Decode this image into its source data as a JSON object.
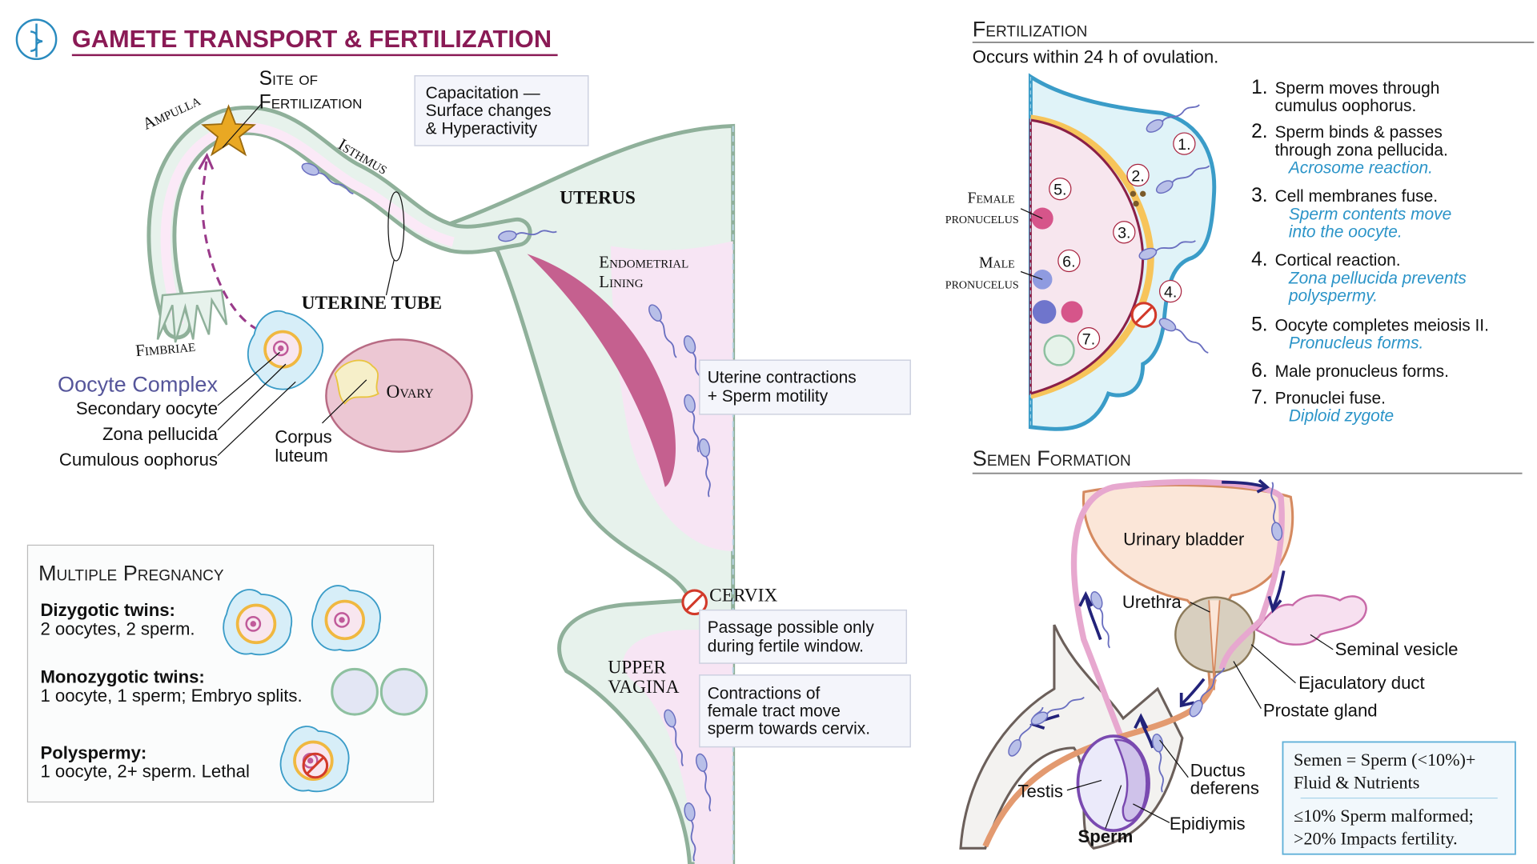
{
  "header": {
    "title": "GAMETE TRANSPORT & FERTILIZATION",
    "logo_icon": "caduceus-icon",
    "title_color": "#8a1a55"
  },
  "female_tract": {
    "labels": {
      "ampulla": "Ampulla",
      "site_line1": "Site of",
      "site_line2": "Fertilization",
      "isthmus": "Isthmus",
      "uterine_tube": "UTERINE TUBE",
      "uterus": "UTERUS",
      "endometrial_line1": "Endometrial",
      "endometrial_line2": "Lining",
      "fimbriae": "Fimbriae",
      "ovary": "Ovary",
      "corpus_line1": "Corpus",
      "corpus_line2": "luteum",
      "cervix": "CERVIX",
      "vagina_line1": "UPPER",
      "vagina_line2": "VAGINA"
    },
    "oocyte_complex": {
      "title": "Oocyte Complex",
      "title_color": "#55559a",
      "parts": [
        "Secondary oocyte",
        "Zona pellucida",
        "Cumulous oophorus"
      ]
    },
    "boxes": {
      "capacitation": [
        "Capacitation —",
        "Surface changes",
        "& Hyperactivity"
      ],
      "contractions": [
        "Uterine contractions",
        "+ Sperm motility"
      ],
      "cervix": [
        "Passage possible only",
        "during fertile window."
      ],
      "female_tract": [
        "Contractions of",
        "female tract move",
        "sperm towards cervix."
      ]
    }
  },
  "multiple_pregnancy": {
    "title": "Multiple Pregnancy",
    "items": [
      {
        "title": "Dizygotic twins:",
        "text": "2 oocytes, 2 sperm."
      },
      {
        "title": "Monozygotic twins:",
        "text": "1 oocyte, 1 sperm; Embryo splits."
      },
      {
        "title": "Polyspermy:",
        "text": "1 oocyte, 2+ sperm. Lethal"
      }
    ]
  },
  "fertilization": {
    "title": "Fertilization",
    "subtitle": "Occurs within 24 h of ovulation.",
    "diagram_labels": {
      "female_line1": "Female",
      "female_line2": "pronucelus",
      "male_line1": "Male",
      "male_line2": "pronucelus",
      "markers": [
        "1.",
        "2.",
        "3.",
        "4.",
        "5.",
        "6.",
        "7."
      ]
    },
    "steps": [
      {
        "num": "1.",
        "lines": [
          "Sperm moves through",
          "cumulus oophorus."
        ],
        "sub": []
      },
      {
        "num": "2.",
        "lines": [
          "Sperm binds & passes",
          "through zona pellucida."
        ],
        "sub": [
          "Acrosome reaction."
        ]
      },
      {
        "num": "3.",
        "lines": [
          "Cell membranes fuse."
        ],
        "sub": [
          "Sperm contents move",
          "into the oocyte."
        ]
      },
      {
        "num": "4.",
        "lines": [
          "Cortical reaction."
        ],
        "sub": [
          "Zona pellucida prevents",
          "polyspermy."
        ]
      },
      {
        "num": "5.",
        "lines": [
          "Oocyte completes meiosis II."
        ],
        "sub": [
          "Pronucleus forms."
        ]
      },
      {
        "num": "6.",
        "lines": [
          "Male pronucleus forms."
        ],
        "sub": []
      },
      {
        "num": "7.",
        "lines": [
          "Pronuclei fuse."
        ],
        "sub": [
          "Diploid zygote"
        ]
      }
    ],
    "accent_color": "#2b94c8"
  },
  "semen_formation": {
    "title": "Semen Formation",
    "labels": {
      "bladder": "Urinary bladder",
      "urethra": "Urethra",
      "seminal_vesicle": "Seminal vesicle",
      "ejaculatory_duct": "Ejaculatory duct",
      "prostate": "Prostate gland",
      "ductus_line1": "Ductus",
      "ductus_line2": "deferens",
      "testis": "Testis",
      "epididymis": "Epidiymis",
      "sperm": "Sperm"
    },
    "box": {
      "line1": "Semen = Sperm (<10%)+",
      "line2": "Fluid & Nutrients",
      "line3": "≤10%  Sperm malformed;",
      "line4": ">20%  Impacts fertility."
    }
  }
}
